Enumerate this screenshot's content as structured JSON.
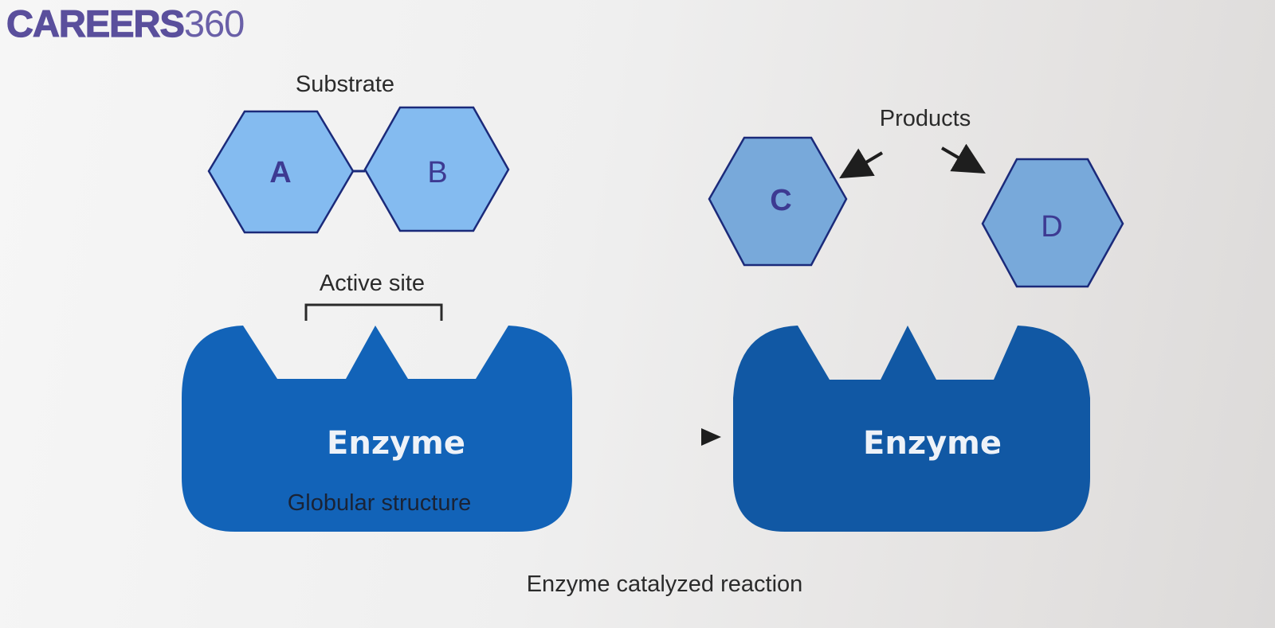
{
  "logo": {
    "bold": "CAREERS",
    "light": "360"
  },
  "colors": {
    "logo": "#5a4f9c",
    "substrate_fill": "#84bbf0",
    "product_fill": "#78a9da",
    "hex_stroke": "#1b2a7a",
    "hex_text": "#3d3a92",
    "enzyme_left": "#1263b8",
    "enzyme_right": "#1158a4",
    "arrow": "#1e1e1e"
  },
  "labels": {
    "substrate": "Substrate",
    "products": "Products",
    "active_site": "Active site",
    "globular_structure": "Globular structure",
    "caption": "Enzyme catalyzed reaction"
  },
  "substrate": {
    "molecules": [
      {
        "label": "A"
      },
      {
        "label": "B"
      }
    ]
  },
  "products": {
    "molecules": [
      {
        "label": "C"
      },
      {
        "label": "D"
      }
    ]
  },
  "enzymes": [
    {
      "label": "Enzyme",
      "state": "before"
    },
    {
      "label": "Enzyme",
      "state": "after"
    }
  ]
}
